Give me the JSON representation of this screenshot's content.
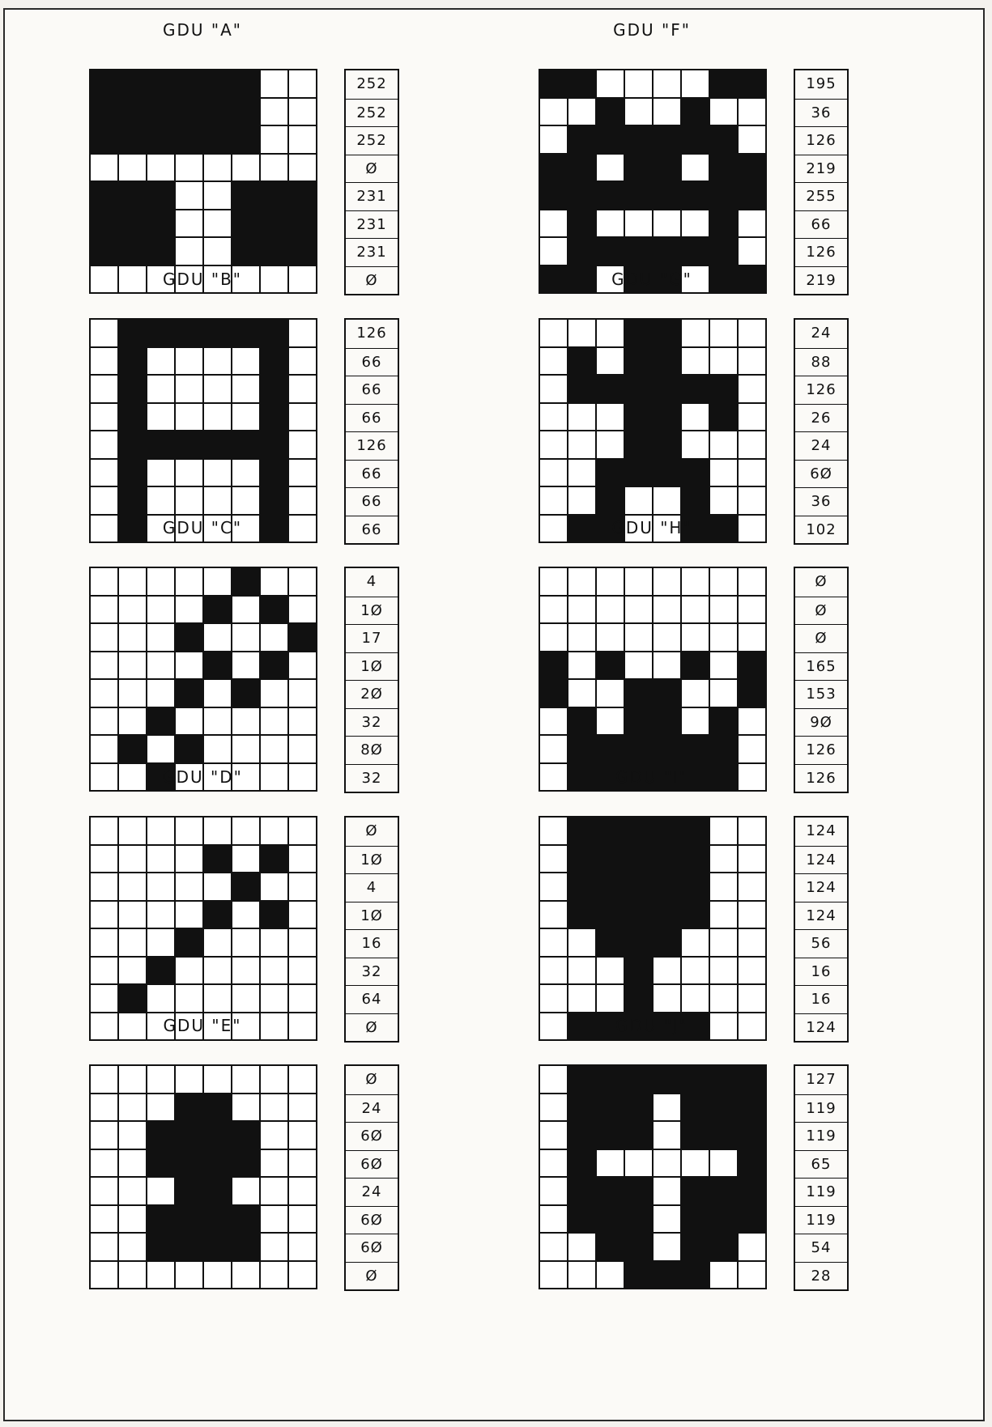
{
  "panels": [
    {
      "title": "GDU \"A\"",
      "values": [
        "252",
        "252",
        "252",
        "Ø",
        "231",
        "231",
        "231",
        "Ø"
      ],
      "rows": [
        "11111100",
        "11111100",
        "11111100",
        "00000000",
        "11100111",
        "11100111",
        "11100111",
        "00000000"
      ]
    },
    {
      "title": "GDU \"B\"",
      "values": [
        "126",
        "66",
        "66",
        "66",
        "126",
        "66",
        "66",
        "66"
      ],
      "rows": [
        "01111110",
        "01000010",
        "01000010",
        "01000010",
        "01111110",
        "01000010",
        "01000010",
        "01000010"
      ]
    },
    {
      "title": "GDU \"C\"",
      "values": [
        "4",
        "1Ø",
        "17",
        "1Ø",
        "2Ø",
        "32",
        "8Ø",
        "32"
      ],
      "rows": [
        "00000100",
        "00001010",
        "00010001",
        "00001010",
        "00010100",
        "00100000",
        "01010000",
        "00100000"
      ]
    },
    {
      "title": "GDU \"D\"",
      "values": [
        "Ø",
        "1Ø",
        "4",
        "1Ø",
        "16",
        "32",
        "64",
        "Ø"
      ],
      "rows": [
        "00000000",
        "00001010",
        "00000100",
        "00001010",
        "00010000",
        "00100000",
        "01000000",
        "00000000"
      ]
    },
    {
      "title": "GDU \"E\"",
      "values": [
        "Ø",
        "24",
        "6Ø",
        "6Ø",
        "24",
        "6Ø",
        "6Ø",
        "Ø"
      ],
      "rows": [
        "00000000",
        "00011000",
        "00111100",
        "00111100",
        "00011000",
        "00111100",
        "00111100",
        "00000000"
      ]
    },
    {
      "title": "GDU \"F\"",
      "values": [
        "195",
        "36",
        "126",
        "219",
        "255",
        "66",
        "126",
        "219"
      ],
      "rows": [
        "11000011",
        "00100100",
        "01111110",
        "11011011",
        "11111111",
        "01000010",
        "01111110",
        "11011011"
      ]
    },
    {
      "title": "GDU \"G\"",
      "values": [
        "24",
        "88",
        "126",
        "26",
        "24",
        "6Ø",
        "36",
        "102"
      ],
      "rows": [
        "00011000",
        "01011000",
        "01111110",
        "00011010",
        "00011000",
        "00111100",
        "00100100",
        "01100110"
      ]
    },
    {
      "title": "GDU \"H\"",
      "values": [
        "Ø",
        "Ø",
        "Ø",
        "165",
        "153",
        "9Ø",
        "126",
        "126"
      ],
      "rows": [
        "00000000",
        "00000000",
        "00000000",
        "10100101",
        "10011001",
        "01011010",
        "01111110",
        "01111110"
      ]
    },
    {
      "title": "GDU \"I\"",
      "values": [
        "124",
        "124",
        "124",
        "124",
        "56",
        "16",
        "16",
        "124"
      ],
      "rows": [
        "01111100",
        "01111100",
        "01111100",
        "01111100",
        "00111000",
        "00010000",
        "00010000",
        "01111100"
      ]
    },
    {
      "title": "GDU \"J\"",
      "values": [
        "127",
        "119",
        "119",
        "65",
        "119",
        "119",
        "54",
        "28"
      ],
      "rows": [
        "01111111",
        "01110111",
        "01110111",
        "01000001",
        "01110111",
        "01110111",
        "00110110",
        "00011100"
      ]
    }
  ]
}
